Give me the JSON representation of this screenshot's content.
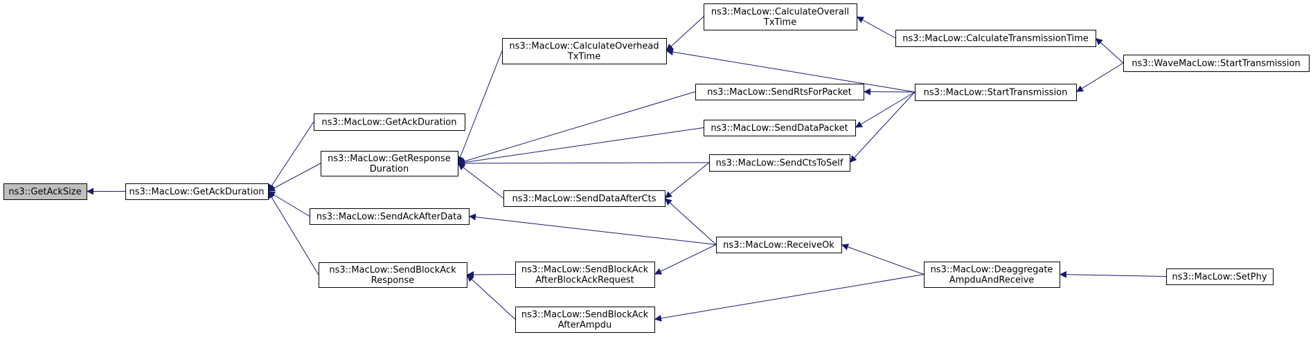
{
  "colors": {
    "edge": "#191970",
    "node_fill": "#ffffff",
    "root_fill": "#bfbfbf",
    "border": "#000000"
  },
  "nodes": [
    {
      "id": "n0",
      "lines": [
        "ns3::GetAckSize"
      ],
      "root": true
    },
    {
      "id": "n1",
      "lines": [
        "ns3::MacLow::GetAckDuration"
      ]
    },
    {
      "id": "n2",
      "lines": [
        "ns3::MacLow::GetAckDuration"
      ]
    },
    {
      "id": "n3",
      "lines": [
        "ns3::MacLow::GetResponse",
        "Duration"
      ]
    },
    {
      "id": "n4",
      "lines": [
        "ns3::MacLow::SendAckAfterData"
      ]
    },
    {
      "id": "n5",
      "lines": [
        "ns3::MacLow::SendBlockAck",
        "Response"
      ]
    },
    {
      "id": "n6",
      "lines": [
        "ns3::MacLow::CalculateOverhead",
        "TxTime"
      ]
    },
    {
      "id": "n7",
      "lines": [
        "ns3::MacLow::SendDataAfterCts"
      ]
    },
    {
      "id": "n8",
      "lines": [
        "ns3::MacLow::SendBlockAck",
        "AfterBlockAckRequest"
      ]
    },
    {
      "id": "n9",
      "lines": [
        "ns3::MacLow::SendBlockAck",
        "AfterAmpdu"
      ]
    },
    {
      "id": "n10",
      "lines": [
        "ns3::MacLow::CalculateOverall",
        "TxTime"
      ]
    },
    {
      "id": "n11",
      "lines": [
        "ns3::MacLow::SendRtsForPacket"
      ]
    },
    {
      "id": "n12",
      "lines": [
        "ns3::MacLow::SendDataPacket"
      ]
    },
    {
      "id": "n13",
      "lines": [
        "ns3::MacLow::SendCtsToSelf"
      ]
    },
    {
      "id": "n14",
      "lines": [
        "ns3::MacLow::ReceiveOk"
      ]
    },
    {
      "id": "n15",
      "lines": [
        "ns3::MacLow::CalculateTransmissionTime"
      ]
    },
    {
      "id": "n16",
      "lines": [
        "ns3::MacLow::StartTransmission"
      ]
    },
    {
      "id": "n17",
      "lines": [
        "ns3::MacLow::Deaggregate",
        "AmpduAndReceive"
      ]
    },
    {
      "id": "n18",
      "lines": [
        "ns3::WaveMacLow::StartTransmission"
      ]
    },
    {
      "id": "n19",
      "lines": [
        "ns3::MacLow::SetPhy"
      ]
    }
  ],
  "edges": [
    [
      "n1",
      "n0"
    ],
    [
      "n2",
      "n1"
    ],
    [
      "n3",
      "n1"
    ],
    [
      "n4",
      "n1"
    ],
    [
      "n5",
      "n1"
    ],
    [
      "n6",
      "n3"
    ],
    [
      "n11",
      "n3"
    ],
    [
      "n12",
      "n3"
    ],
    [
      "n13",
      "n3"
    ],
    [
      "n7",
      "n3"
    ],
    [
      "n10",
      "n6"
    ],
    [
      "n16",
      "n6"
    ],
    [
      "n15",
      "n10"
    ],
    [
      "n18",
      "n15"
    ],
    [
      "n16",
      "n11"
    ],
    [
      "n16",
      "n12"
    ],
    [
      "n16",
      "n13"
    ],
    [
      "n18",
      "n16"
    ],
    [
      "n13",
      "n7"
    ],
    [
      "n14",
      "n7"
    ],
    [
      "n14",
      "n4"
    ],
    [
      "n8",
      "n5"
    ],
    [
      "n9",
      "n5"
    ],
    [
      "n14",
      "n8"
    ],
    [
      "n17",
      "n14"
    ],
    [
      "n17",
      "n9"
    ],
    [
      "n19",
      "n17"
    ]
  ]
}
